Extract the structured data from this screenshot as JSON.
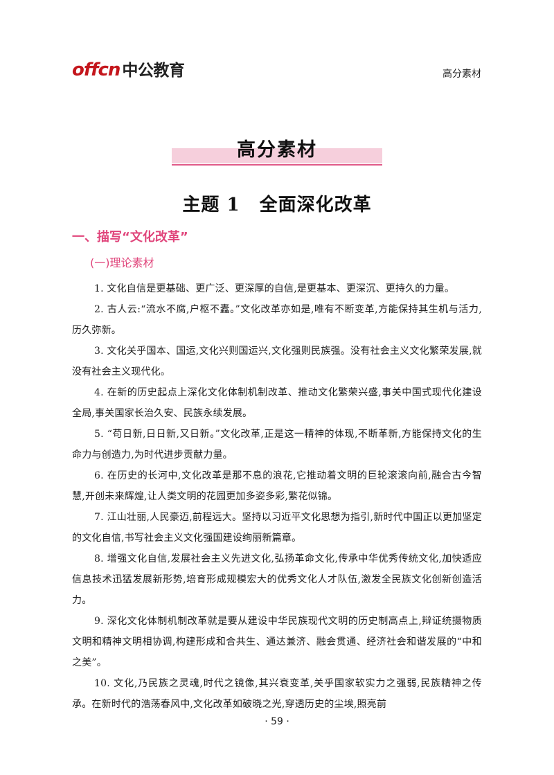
{
  "header": {
    "logo_brand": "offcn",
    "logo_cn": "中公教育",
    "label": "高分素材"
  },
  "section_title": "高分素材",
  "topic": {
    "number": "主题 1",
    "title": "全面深化改革"
  },
  "heading1": "一、描写“文化改革”",
  "heading2": "(一)理论素材",
  "paragraphs": [
    "1. 文化自信是更基础、更广泛、更深厚的自信,是更基本、更深沉、更持久的力量。",
    "2. 古人云:“流水不腐,户枢不蠹。”文化改革亦如是,唯有不断变革,方能保持其生机与活力,历久弥新。",
    "3. 文化关乎国本、国运,文化兴则国运兴,文化强则民族强。没有社会主义文化繁荣发展,就没有社会主义现代化。",
    "4. 在新的历史起点上深化文化体制机制改革、推动文化繁荣兴盛,事关中国式现代化建设全局,事关国家长治久安、民族永续发展。",
    "5. “苟日新,日日新,又日新。”文化改革,正是这一精神的体现,不断革新,方能保持文化的生命力与创造力,为时代进步贡献力量。",
    "6. 在历史的长河中,文化改革是那不息的浪花,它推动着文明的巨轮滚滚向前,融合古今智慧,开创未来辉煌,让人类文明的花园更加多姿多彩,繁花似锦。",
    "7. 江山壮丽,人民豪迈,前程远大。坚持以习近平文化思想为指引,新时代中国正以更加坚定的文化自信,书写社会主义文化强国建设绚丽新篇章。",
    "8. 增强文化自信,发展社会主义先进文化,弘扬革命文化,传承中华优秀传统文化,加快适应信息技术迅猛发展新形势,培育形成规模宏大的优秀文化人才队伍,激发全民族文化创新创造活力。",
    "9. 深化文化体制机制改革就是要从建设中华民族现代文明的历史制高点上,辩证统摄物质文明和精神文明相协调,构建形成和合共生、通达兼济、融会贯通、经济社会和谐发展的“中和之美”。",
    "10. 文化,乃民族之灵魂,时代之镜像,其兴衰变革,关乎国家软实力之强弱,民族精神之传承。在新时代的浩荡春风中,文化改革如破晓之光,穿透历史的尘埃,照亮前"
  ],
  "page_number": "· 59 ·",
  "colors": {
    "accent_pink": "#e0457b",
    "banner_pink": "#f6cfdc",
    "logo_red": "#c4161c"
  }
}
